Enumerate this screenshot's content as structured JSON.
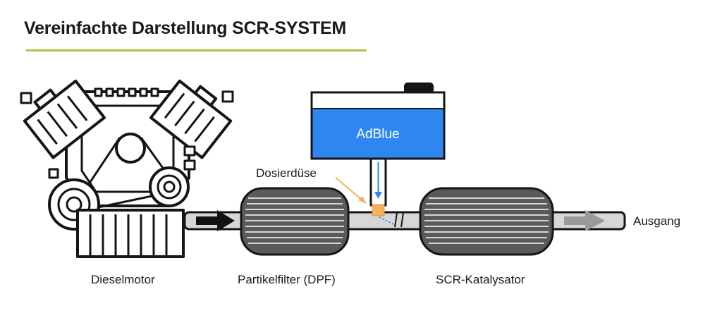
{
  "header": {
    "title": "Vereinfachte Darstellung SCR-SYSTEM"
  },
  "labels": {
    "engine": "Dieselmotor",
    "dpf": "Partikelfilter (DPF)",
    "scr": "SCR-Katalysator",
    "nozzle": "Dosierdüse",
    "outlet": "Ausgang",
    "tank": "AdBlue"
  },
  "colors": {
    "accent_green": "#a8c64b",
    "adblue_blue": "#2f86f0",
    "outline": "#151515",
    "pipe_gray": "#d7d7d7",
    "filter_gray": "#5a5a5a",
    "nozzle_orange": "#f5b25a",
    "flow_arrow_dark": "#111111",
    "flow_arrow_light": "#9a9a9a"
  }
}
